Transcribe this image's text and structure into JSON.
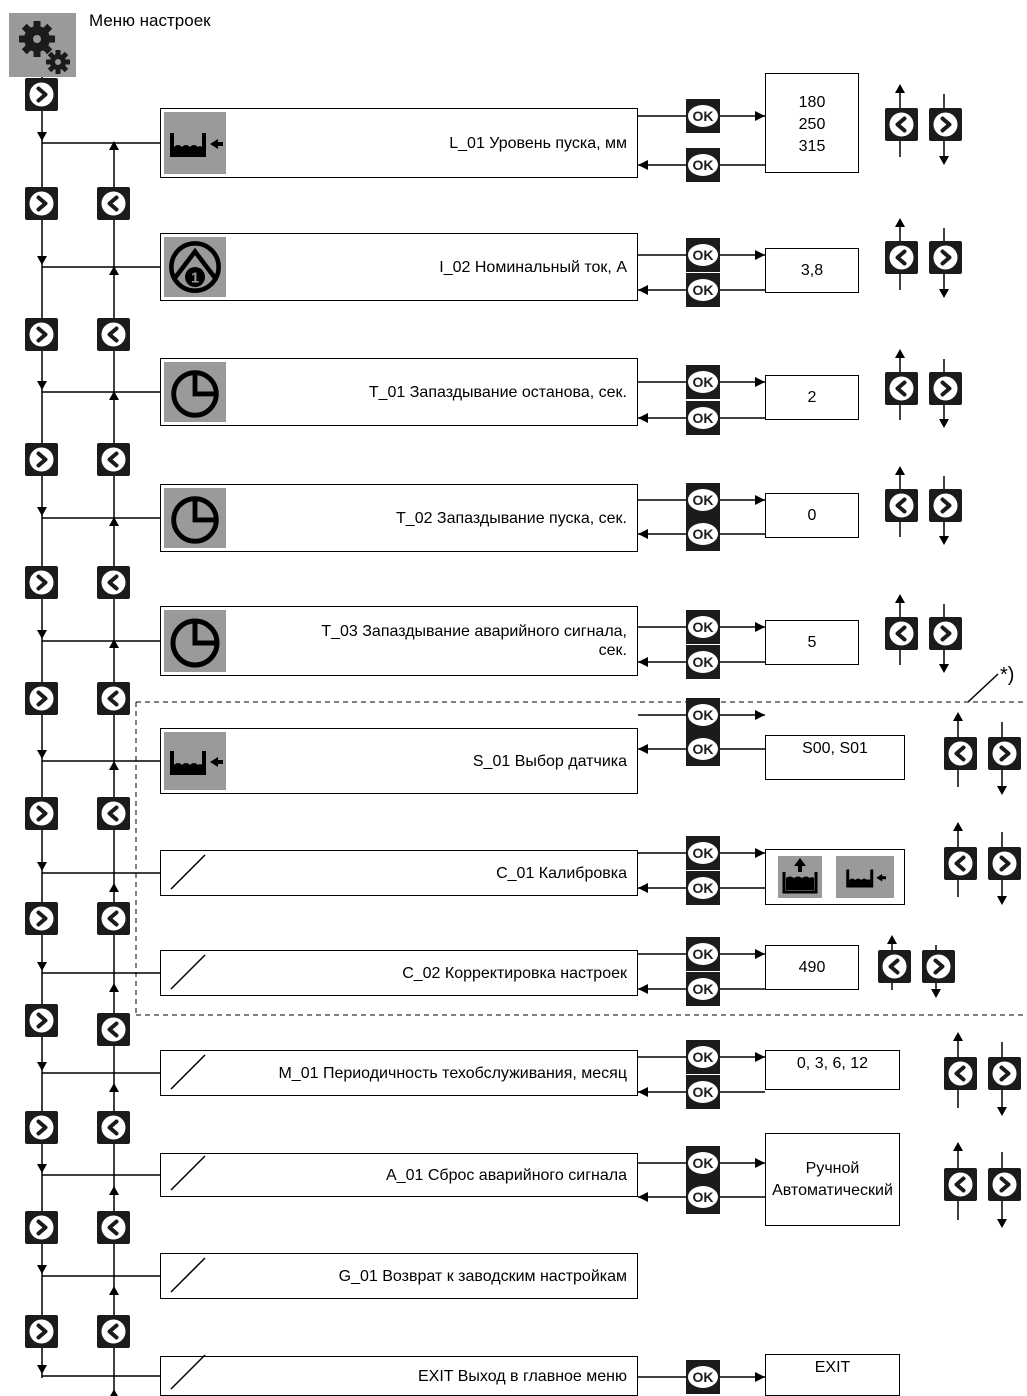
{
  "menu": {
    "title": "Меню настроек",
    "icon": "gears-icon"
  },
  "items": [
    {
      "id": "l01",
      "label": "L_01 Уровень пуска, мм",
      "icon": "level-sensor-icon",
      "values": [
        "180",
        "250",
        "315"
      ]
    },
    {
      "id": "i02",
      "label": "I_02 Номинальный ток, А",
      "icon": "motor-current-icon",
      "values": [
        "3,8"
      ]
    },
    {
      "id": "t01",
      "label": "T_01 Запаздывание останова, сек.",
      "icon": "timer-icon",
      "values": [
        "2"
      ]
    },
    {
      "id": "t02",
      "label": "T_02 Запаздывание пуска, сек.",
      "icon": "timer-icon",
      "values": [
        "0"
      ]
    },
    {
      "id": "t03",
      "label_lines": [
        "T_03 Запаздывание аварийного сигнала,",
        "сек."
      ],
      "icon": "timer-icon",
      "values": [
        "5"
      ]
    },
    {
      "id": "s01",
      "label": "S_01 Выбор датчика",
      "icon": "level-sensor-icon",
      "values": [
        "S00, S01"
      ]
    },
    {
      "id": "c01",
      "label": "C_01 Калибровка",
      "icon": "slash-icon",
      "value_icons": [
        "calibrate-up-icon",
        "level-sensor-icon"
      ]
    },
    {
      "id": "c02",
      "label": "C_02 Корректировка настроек",
      "icon": "slash-icon",
      "values": [
        "490"
      ]
    },
    {
      "id": "m01",
      "label": "M_01 Периодичность техобслуживания, месяц",
      "icon": "slash-icon",
      "values": [
        "0, 3, 6, 12"
      ]
    },
    {
      "id": "a01",
      "label": "A_01 Сброс аварийного сигнала",
      "icon": "slash-icon",
      "values": [
        "Ручной",
        "Автоматический"
      ]
    },
    {
      "id": "g01",
      "label": "G_01 Возврат к заводским настройкам",
      "icon": "slash-icon"
    },
    {
      "id": "exit",
      "label": "EXIT Выход в главное меню",
      "icon": "slash-icon",
      "values": [
        "EXIT"
      ]
    }
  ],
  "buttons": {
    "ok": "OK",
    "next": "chevron-right-icon",
    "prev": "chevron-left-icon"
  },
  "footnote": "*)",
  "colors": {
    "line": "#000000",
    "button": "#1b1b1b",
    "icon_tile": "#9a9a9a",
    "glyph": "#ffffff"
  }
}
